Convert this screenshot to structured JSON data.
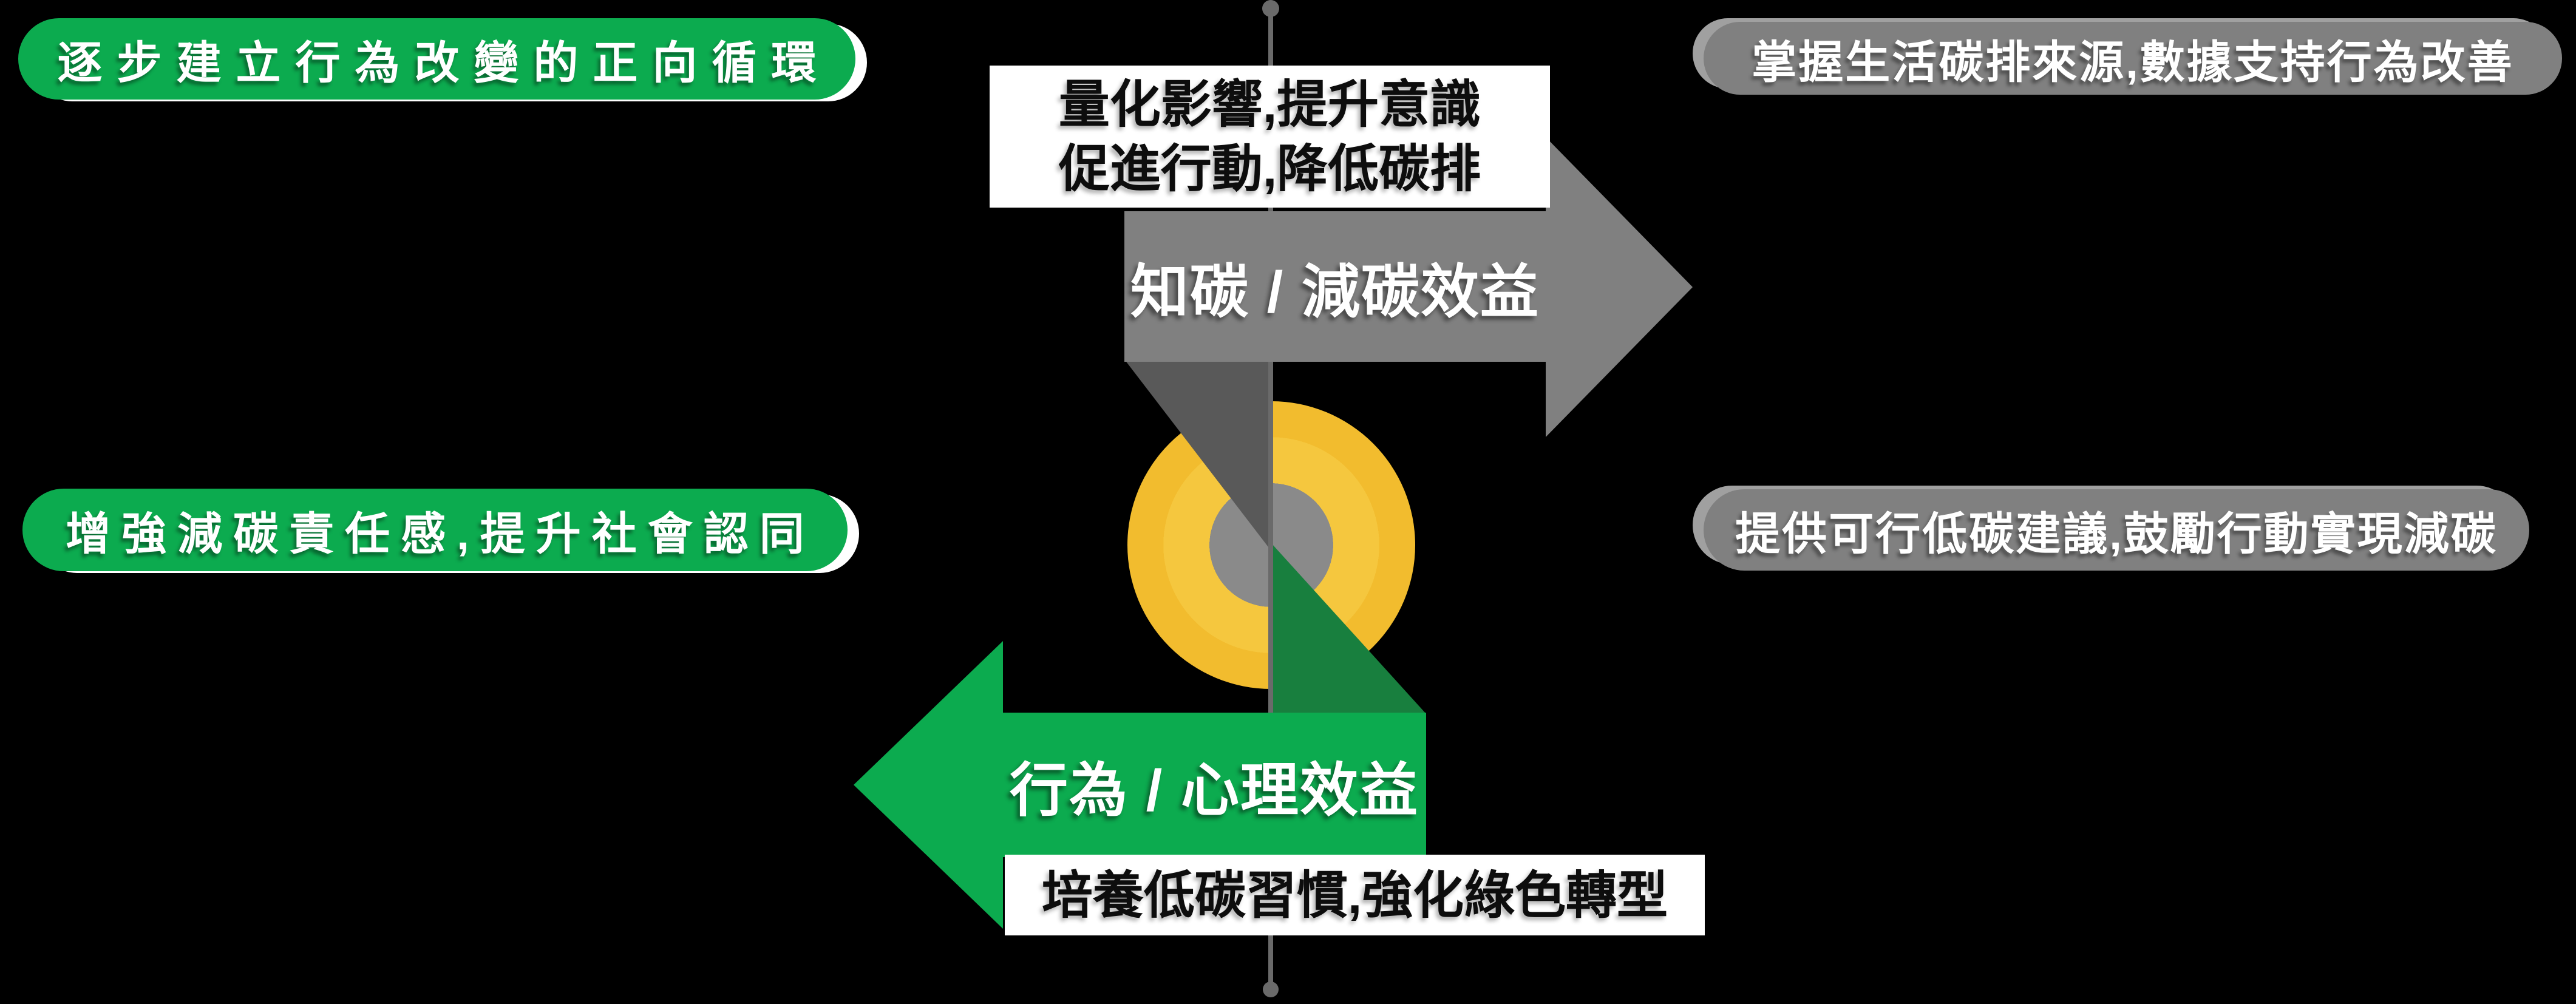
{
  "colors": {
    "bg": "#000000",
    "green": "#0CAB4F",
    "dark_green": "#187F3E",
    "gray": "#808080",
    "dark_gray": "#595959",
    "hub_gray": "#8A8A8A",
    "yellow": "#F2BC2E",
    "yellow_light": "#F5C73E",
    "line_gray": "#6A6A6A",
    "white": "#FFFFFF",
    "ink": "#0D0D0D",
    "pill_back_left": "#FFFFFF",
    "pill_back_right": "#A0A0A0"
  },
  "pills": {
    "top_left": {
      "label": "逐步建立行為改變的正向循環"
    },
    "mid_left": {
      "label": "增強減碳責任感,提升社會認同"
    },
    "top_right": {
      "label": "掌握生活碳排來源,數據支持行為改善"
    },
    "mid_right": {
      "label": "提供可行低碳建議,鼓勵行動實現減碳"
    }
  },
  "notes": {
    "top": {
      "line1": "量化影響,提升意識",
      "line2": "促進行動,降低碳排"
    },
    "bottom": {
      "text": "培養低碳習慣,強化綠色轉型"
    }
  },
  "arrows": {
    "knowledge": {
      "label": "知碳 / 減碳效益",
      "direction": "right"
    },
    "behavior": {
      "label": "行為 / 心理效益",
      "direction": "left"
    }
  },
  "hub": {
    "shape": "cycle-hub-donut",
    "outer": "#F2BC2E",
    "inner": "#8A8A8A"
  }
}
